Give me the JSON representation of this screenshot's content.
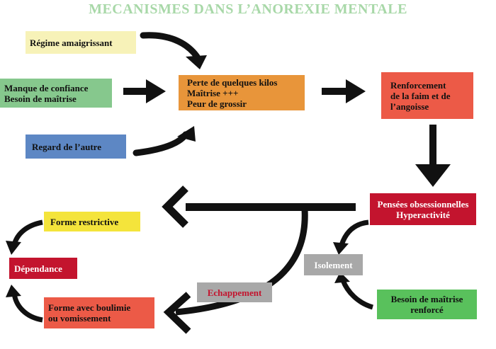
{
  "title": "MECANISMES DANS L’ANOREXIE MENTALE",
  "colors": {
    "title": "#a8d8a8",
    "yellow": "#f7f2b8",
    "green": "#86c88d",
    "blue": "#5d87c4",
    "orange": "#e8953a",
    "red_orange": "#ec5a47",
    "crimson": "#c3142e",
    "bright_yellow": "#f4e43b",
    "grey": "#a8a8a8",
    "green_bright": "#59c15c",
    "arrow": "#111111"
  },
  "nodes": {
    "regime": "Régime amaigrissant",
    "confiance_line1": "Manque de confiance",
    "confiance_line2": "Besoin de maîtrise",
    "regard": "Regard de l’autre",
    "perte_line1": "Perte de quelques kilos",
    "perte_line2": "Maîtrise +++",
    "perte_line3": "Peur de grossir",
    "renforcement_line1": "Renforcement",
    "renforcement_line2": "de la faim et de",
    "renforcement_line3": "l’angoisse",
    "pensees_line1": "Pensées obsessionnelles",
    "pensees_line2": "Hyperactivité",
    "forme_restrictive": "Forme restrictive",
    "dependance": "Dépendance",
    "boulimie_line1": "Forme avec boulimie",
    "boulimie_line2": "ou vomissement",
    "echappement": "Echappement",
    "isolement": "Isolement",
    "besoin_line1": "Besoin de maîtrise",
    "besoin_line2": "renforcé"
  }
}
